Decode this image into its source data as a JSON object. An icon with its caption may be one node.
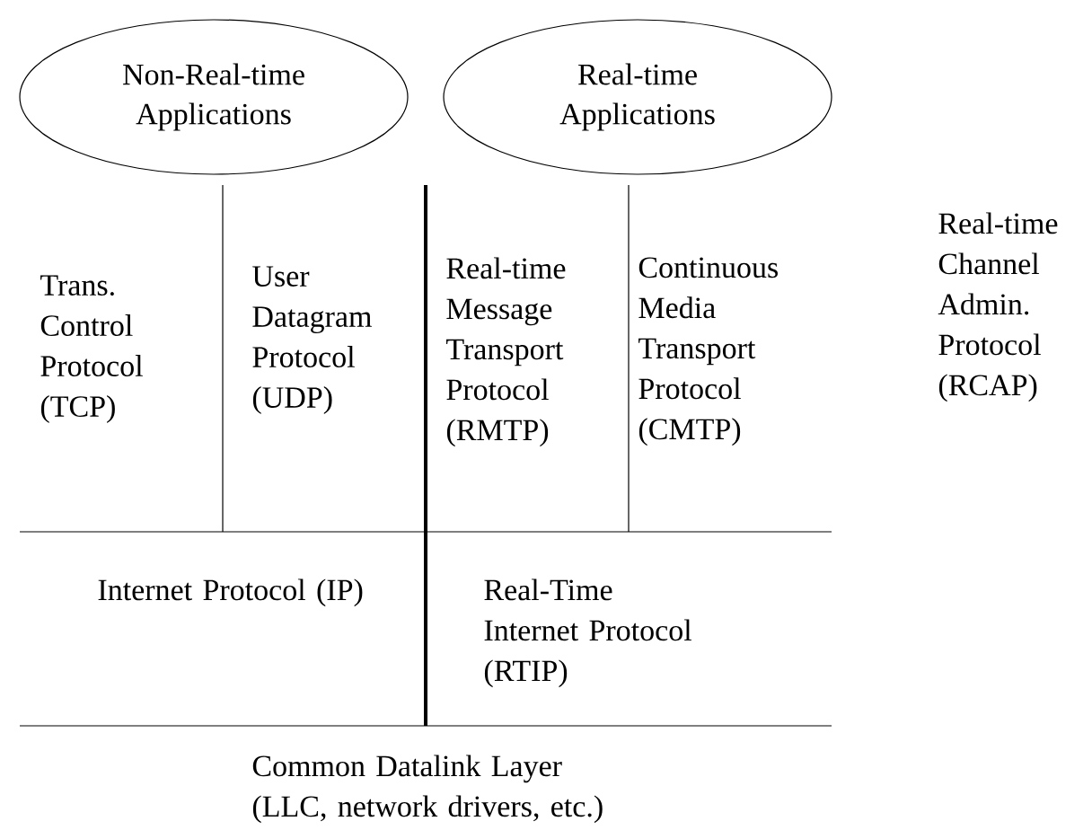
{
  "diagram": {
    "nodes": [
      {
        "text": [
          "Non-Real-time Applications"
        ]
      },
      {
        "text": [
          "Real-time Applications"
        ]
      }
    ],
    "labels": [
      "Trans. Control Protocol (TCP)",
      "User Datagram Protocol (UDP)",
      "Real-time Message Transport Protocol (RMTP)",
      "Continuous Media Transport Protocol (CMTP)",
      "Real-time Channel Admin. Protocol (RCAP)",
      "Internet Protocol (IP)",
      "Real-Time Internet Protocol (RTIP)",
      "Common Datalink Layer (LLC, network drivers, etc.)"
    ]
  }
}
